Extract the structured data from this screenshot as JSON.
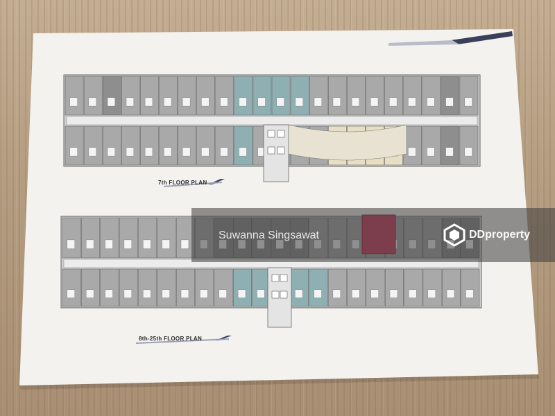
{
  "floor_plans": [
    {
      "title": "7th FLOOR PLAN"
    },
    {
      "title": "8th-25th FLOOR PLAN"
    }
  ],
  "watermark": {
    "author": "Suwanna Singsawat",
    "brand": "DDproperty",
    "brand_icon": "ddproperty-logo-icon"
  },
  "colors": {
    "paper": "#f3f2ee",
    "unit_grey": "#a9a9a9",
    "unit_teal": "#8fb0b3",
    "unit_beige": "#e6dfc4",
    "unit_highlight": "#c9415f",
    "accent_stripe": "#3a3f5c"
  }
}
